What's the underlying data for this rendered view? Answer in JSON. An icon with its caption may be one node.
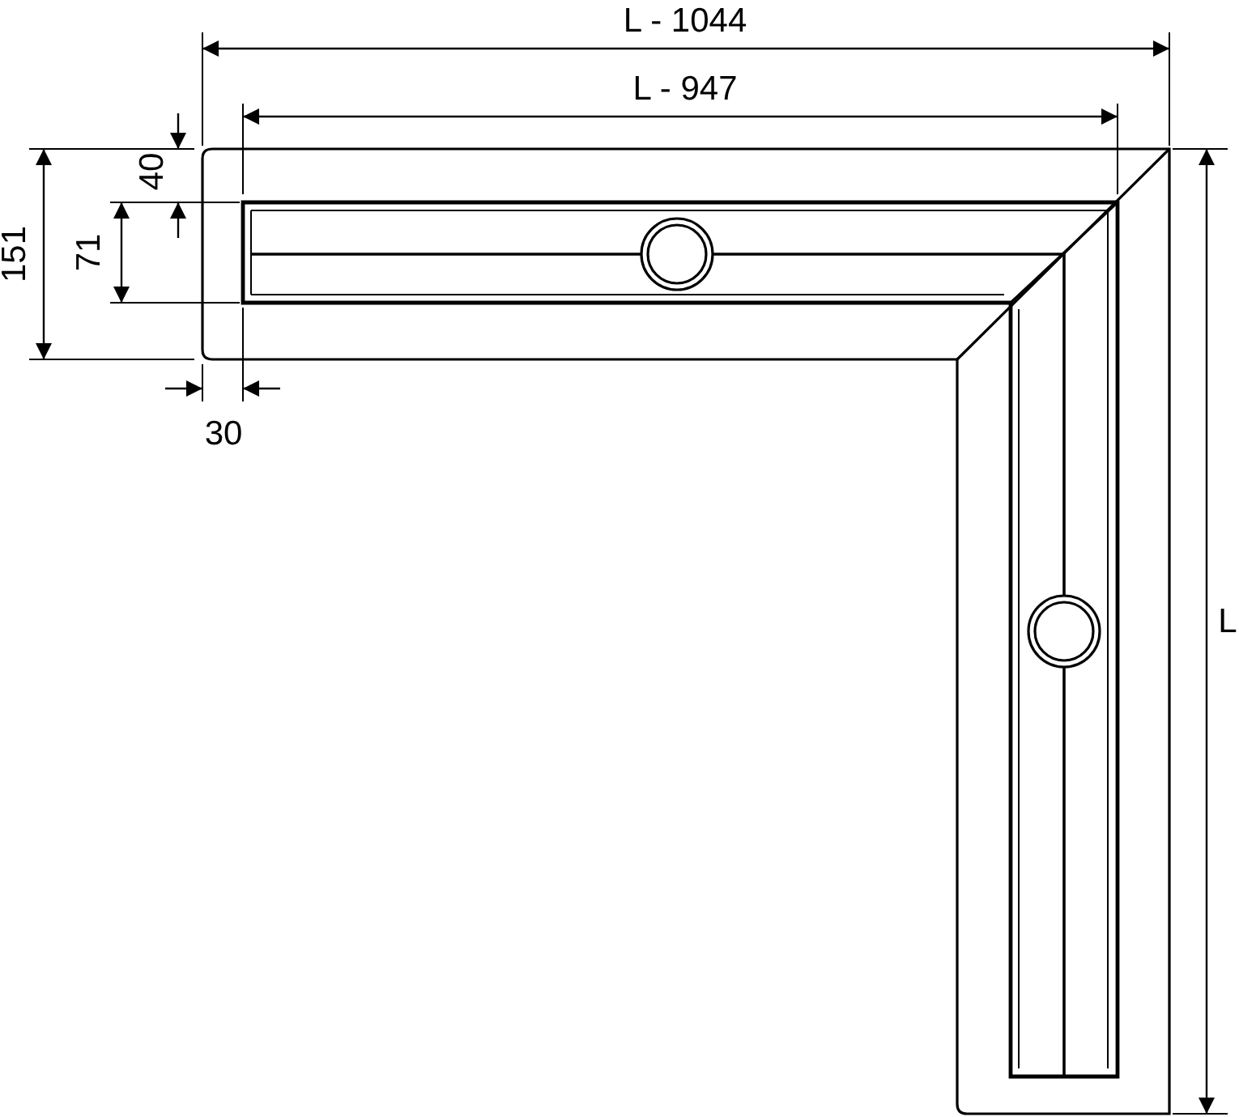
{
  "diagram": {
    "labels": [
      "L - 1044",
      "L - 947",
      "40",
      "151",
      "71",
      "L",
      "30"
    ]
  }
}
